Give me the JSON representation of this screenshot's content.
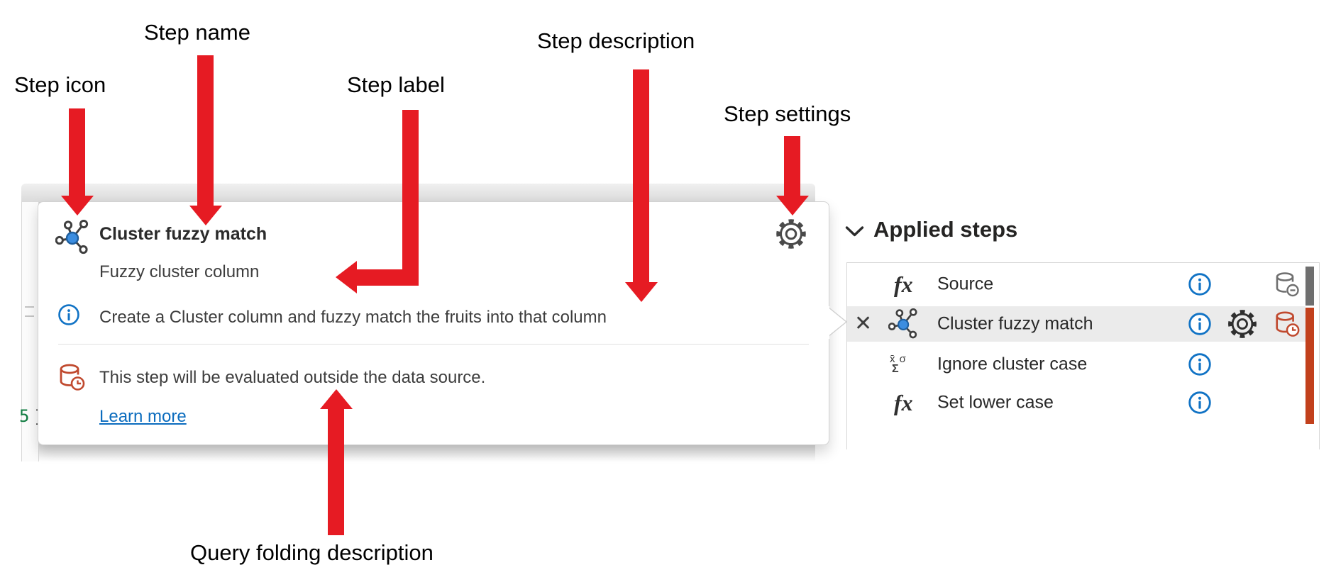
{
  "annotations": {
    "step_icon": "Step icon",
    "step_name": "Step name",
    "step_label": "Step label",
    "step_description": "Step description",
    "step_settings": "Step settings",
    "query_folding": "Query folding description"
  },
  "tooltip": {
    "title": "Cluster fuzzy match",
    "step_label": "Fuzzy cluster column",
    "description": "Create a Cluster column and fuzzy match the fruits into that column",
    "folding_text": "This step will be evaluated outside the data source.",
    "learn_more": "Learn more"
  },
  "editor_fragment": {
    "line_number": "5",
    "bracket": "]"
  },
  "applied_steps": {
    "header": "Applied steps",
    "rows": [
      {
        "name": "Source",
        "icon": "fx-icon",
        "trailing_icon": "database-minus-icon",
        "selected": false
      },
      {
        "name": "Cluster fuzzy match",
        "icon": "cluster-icon",
        "trailing_icon": "database-clock-icon",
        "selected": true
      },
      {
        "name": "Ignore cluster case",
        "icon": "statistics-icon",
        "selected": false
      },
      {
        "name": "Set lower case",
        "icon": "fx-icon",
        "selected": false
      }
    ]
  },
  "icon_glyphs": {
    "fx": "fx",
    "stats_top": "x̄ σ",
    "stats_bottom": "Σ",
    "delete": "✕"
  },
  "colors": {
    "annotation_red": "#e61b23",
    "link_blue": "#0b6cbe",
    "info_blue": "#1173c5",
    "folding_red": "#c0492e",
    "bar_orange": "#c2401c",
    "bar_gray": "#6f6f6f",
    "selected_row_bg": "#ebebeb",
    "line_number_green": "#107c41"
  }
}
